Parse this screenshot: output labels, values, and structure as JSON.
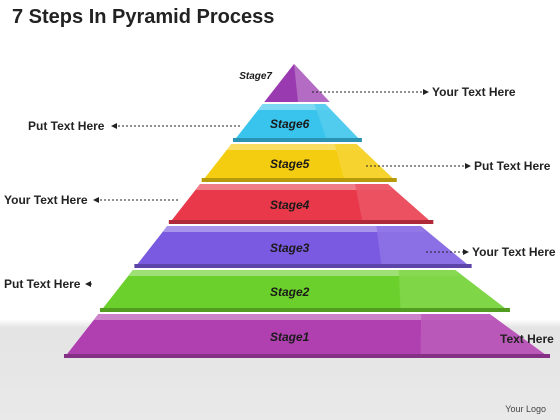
{
  "title": "7 Steps In Pyramid Process",
  "logo": "Your Logo",
  "stages": [
    {
      "label": "Stage1",
      "color": "#b040b0"
    },
    {
      "label": "Stage2",
      "color": "#6cd02c"
    },
    {
      "label": "Stage3",
      "color": "#7a5ae0"
    },
    {
      "label": "Stage4",
      "color": "#e8384a"
    },
    {
      "label": "Stage5",
      "color": "#f4cc10"
    },
    {
      "label": "Stage6",
      "color": "#38c4ec"
    },
    {
      "label": "Stage7",
      "color": "#9a3ab0"
    }
  ],
  "callouts": [
    {
      "text": "Your Text Here",
      "side": "right",
      "stage": 7
    },
    {
      "text": "Put Text Here",
      "side": "left",
      "stage": 6
    },
    {
      "text": "Put Text Here",
      "side": "right",
      "stage": 5
    },
    {
      "text": "Your Text Here",
      "side": "left",
      "stage": 4
    },
    {
      "text": "Your Text Here",
      "side": "right",
      "stage": 3
    },
    {
      "text": "Put Text Here",
      "side": "left",
      "stage": 2
    },
    {
      "text": "Text Here",
      "side": "right",
      "stage": 1
    }
  ]
}
